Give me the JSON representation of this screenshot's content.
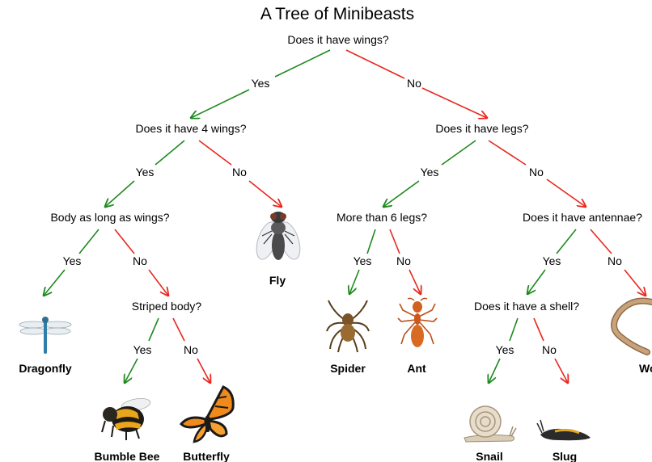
{
  "title": "A Tree of Minibeasts",
  "colors": {
    "yes": "#1f8a1f",
    "no": "#e8281f"
  },
  "questions": {
    "wings": "Does it have wings?",
    "four_wings": "Does it have 4 wings?",
    "legs": "Does it have legs?",
    "body_long": "Body as long as wings?",
    "more_legs": "More than 6 legs?",
    "antennae": "Does it have antennae?",
    "striped": "Striped body?",
    "shell": "Does it have a shell?"
  },
  "answers": {
    "yes": "Yes",
    "no": "No"
  },
  "animals": {
    "fly": "Fly",
    "dragonfly": "Dragonfly",
    "bumble_bee": "Bumble Bee",
    "butterfly": "Butterfly",
    "spider": "Spider",
    "ant": "Ant",
    "worm": "Worm",
    "snail": "Snail",
    "slug": "Slug"
  },
  "icons": [
    "fly-icon",
    "dragonfly-icon",
    "bumble-bee-icon",
    "butterfly-icon",
    "spider-icon",
    "ant-icon",
    "worm-icon",
    "snail-icon",
    "slug-icon"
  ]
}
